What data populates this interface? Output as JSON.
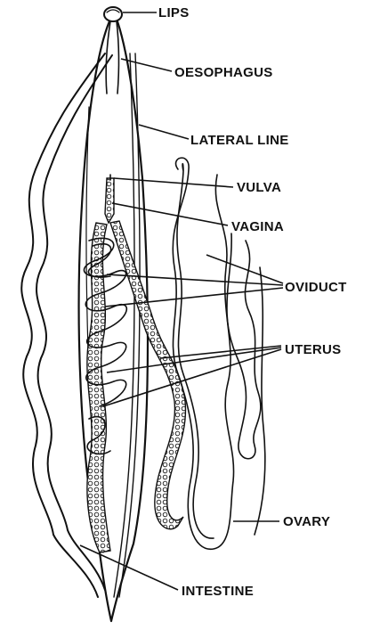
{
  "diagram": {
    "labels": {
      "lips": "LIPS",
      "oesophagus": "OESOPHAGUS",
      "lateral_line": "LATERAL LINE",
      "vulva": "VULVA",
      "vagina": "VAGINA",
      "oviduct": "OVIDUCT",
      "uterus": "UTERUS",
      "ovary": "OVARY",
      "intestine": "INTESTINE"
    }
  }
}
